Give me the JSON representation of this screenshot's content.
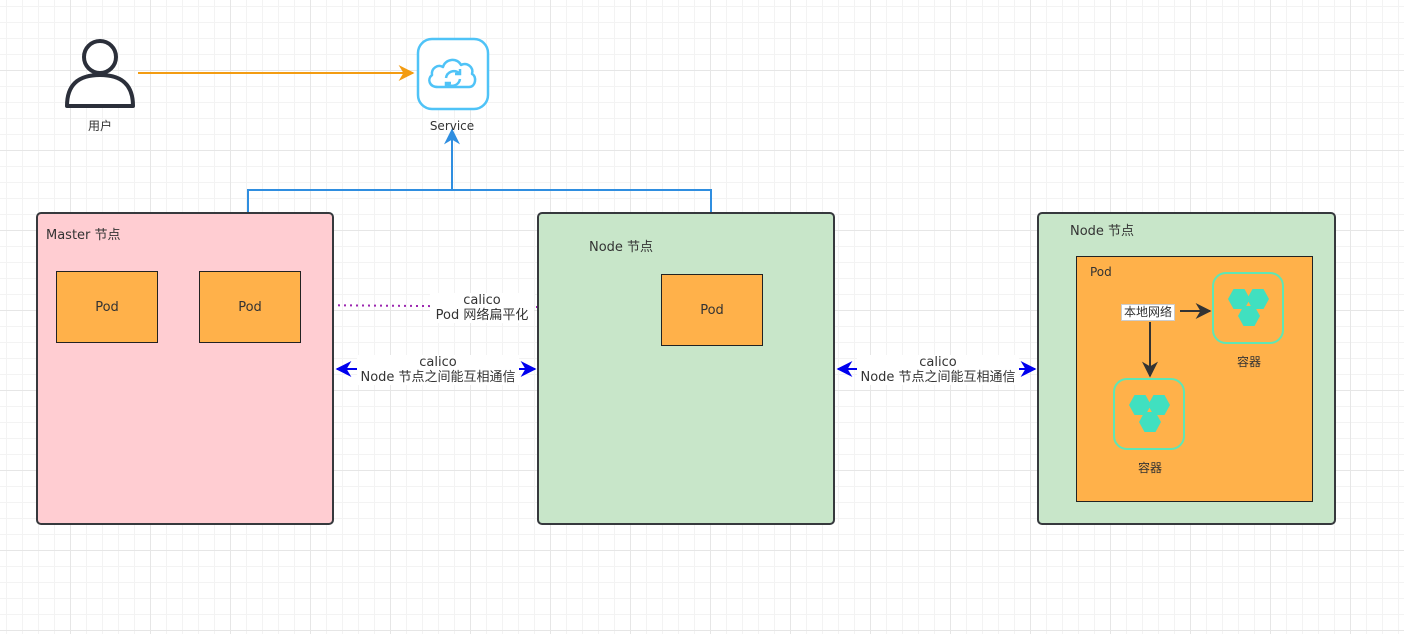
{
  "user": {
    "label": "用户"
  },
  "service": {
    "label": "Service"
  },
  "master": {
    "title": "Master 节点",
    "pod1": "Pod",
    "pod2": "Pod"
  },
  "node1": {
    "title": "Node 节点",
    "pod": "Pod"
  },
  "node2": {
    "title": "Node 节点",
    "pod": "Pod",
    "local_network": "本地网络",
    "container_top": "容器",
    "container_bottom": "容器"
  },
  "links": {
    "pod_flat": {
      "line1": "calico",
      "line2": "Pod 网络扁平化"
    },
    "master_node1": {
      "line1": "calico",
      "line2": "Node 节点之间能互相通信"
    },
    "node1_node2": {
      "line1": "calico",
      "line2": "Node 节点之间能互相通信"
    }
  },
  "colors": {
    "user_arrow": "#f39c12",
    "service_links": "#2f8ee0",
    "pod_flat_link": "#9c27b0",
    "node_links": "#0000ee",
    "service_icon": "#4fc3f7",
    "container_icon": "#40e0c0"
  },
  "icons": {
    "user": "user-icon",
    "service": "cloud-sync-icon",
    "container": "hexagon-cluster-icon"
  }
}
